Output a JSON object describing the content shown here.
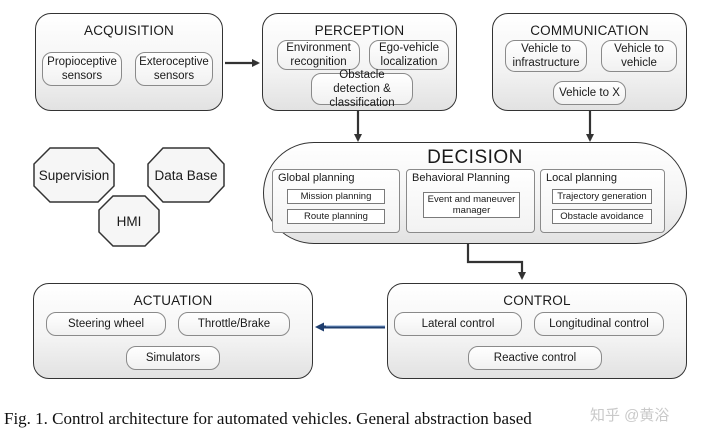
{
  "acquisition": {
    "title": "ACQUISITION",
    "items": [
      "Propioceptive sensors",
      "Exteroceptive sensors"
    ]
  },
  "perception": {
    "title": "PERCEPTION",
    "items": [
      "Environment recognition",
      "Ego-vehicle localization",
      "Obstacle detection & classification"
    ]
  },
  "communication": {
    "title": "COMMUNICATION",
    "items": [
      "Vehicle to infrastructure",
      "Vehicle to vehicle",
      "Vehicle to X"
    ]
  },
  "side_modules": [
    "Supervision",
    "Data Base",
    "HMI"
  ],
  "decision": {
    "title": "DECISION",
    "global": {
      "title": "Global planning",
      "items": [
        "Mission planning",
        "Route planning"
      ]
    },
    "behavioral": {
      "title": "Behavioral Planning",
      "items": [
        "Event and maneuver manager"
      ]
    },
    "local": {
      "title": "Local planning",
      "items": [
        "Trajectory generation",
        "Obstacle avoidance"
      ]
    }
  },
  "actuation": {
    "title": "ACTUATION",
    "items": [
      "Steering wheel",
      "Throttle/Brake",
      "Simulators"
    ]
  },
  "control": {
    "title": "CONTROL",
    "items": [
      "Lateral control",
      "Longitudinal control",
      "Reactive control"
    ]
  },
  "caption": "Fig. 1.  Control architecture for automated vehicles. General abstraction based",
  "watermark": "知乎 @黄浴"
}
